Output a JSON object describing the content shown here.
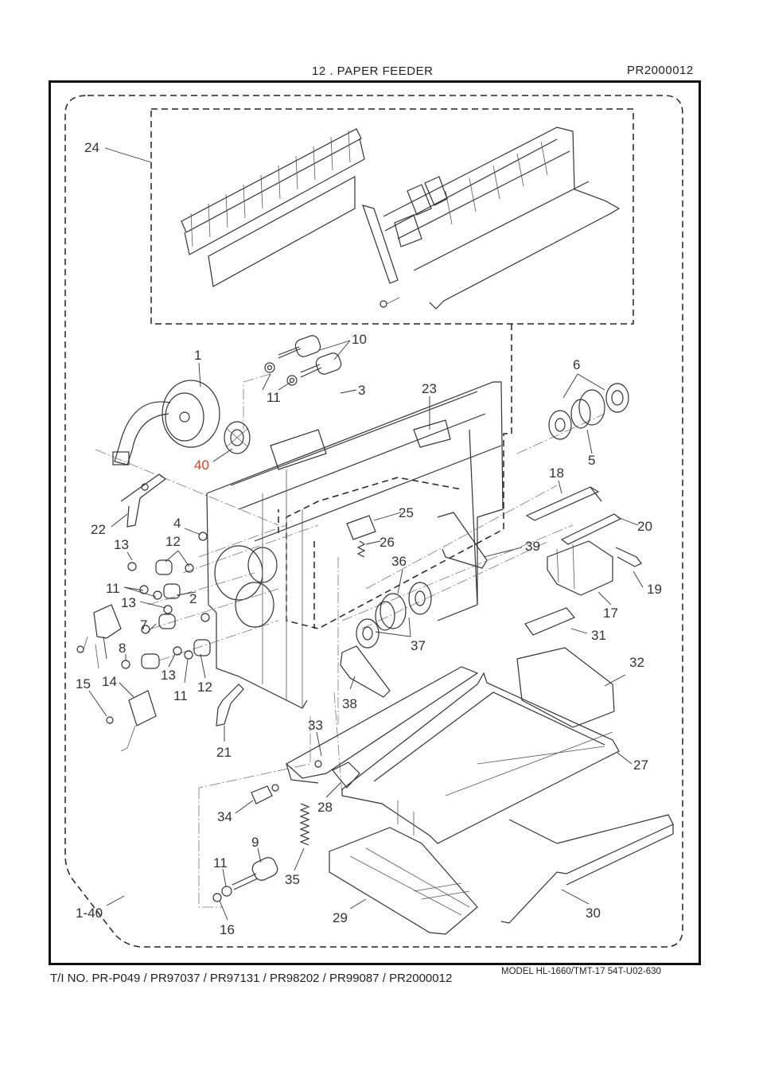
{
  "header": {
    "title": "12 . PAPER FEEDER",
    "code": "PR2000012"
  },
  "footer": {
    "tino": "T/I NO. PR-P049 / PR97037 / PR97131 / PR98202 / PR99087 / PR2000012",
    "model": "MODEL  HL-1660/TMT-17  54T-U02-630"
  },
  "callouts": {
    "c1": "1",
    "c2": "2",
    "c3": "3",
    "c4": "4",
    "c5": "5",
    "c6": "6",
    "c7": "7",
    "c8": "8",
    "c9": "9",
    "c10": "10",
    "c11a": "11",
    "c11b": "11",
    "c11c": "11",
    "c11d": "11",
    "c12a": "12",
    "c12b": "12",
    "c13a": "13",
    "c13b": "13",
    "c13c": "13",
    "c14": "14",
    "c15": "15",
    "c16": "16",
    "c17": "17",
    "c18": "18",
    "c19": "19",
    "c20": "20",
    "c21": "21",
    "c22": "22",
    "c23": "23",
    "c24": "24",
    "c25": "25",
    "c26": "26",
    "c27": "27",
    "c28": "28",
    "c29": "29",
    "c30": "30",
    "c31": "31",
    "c32": "32",
    "c33": "33",
    "c34": "34",
    "c35": "35",
    "c36": "36",
    "c37": "37",
    "c38": "38",
    "c39": "39",
    "c40": "40",
    "c1_40": "1-40"
  },
  "colors": {
    "line": "#333333",
    "highlight": "#e2401a",
    "frame": "#111111"
  }
}
